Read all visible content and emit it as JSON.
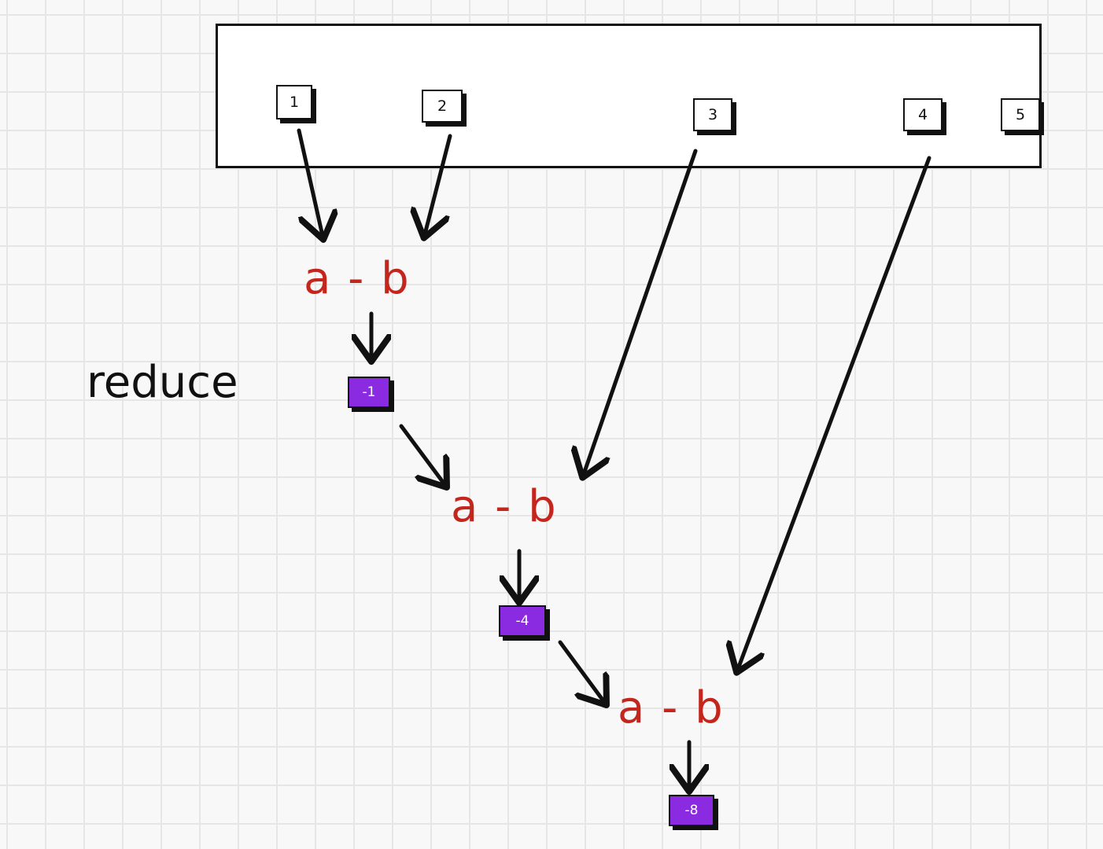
{
  "label": "reduce",
  "array_items": [
    "1",
    "2",
    "3",
    "4",
    "5"
  ],
  "operations": [
    "a - b",
    "a - b",
    "a - b"
  ],
  "results": [
    "-1",
    "-4",
    "-8"
  ],
  "colors": {
    "operation_text": "#c4261d",
    "result_fill": "#8a2be2",
    "stroke": "#111111"
  }
}
